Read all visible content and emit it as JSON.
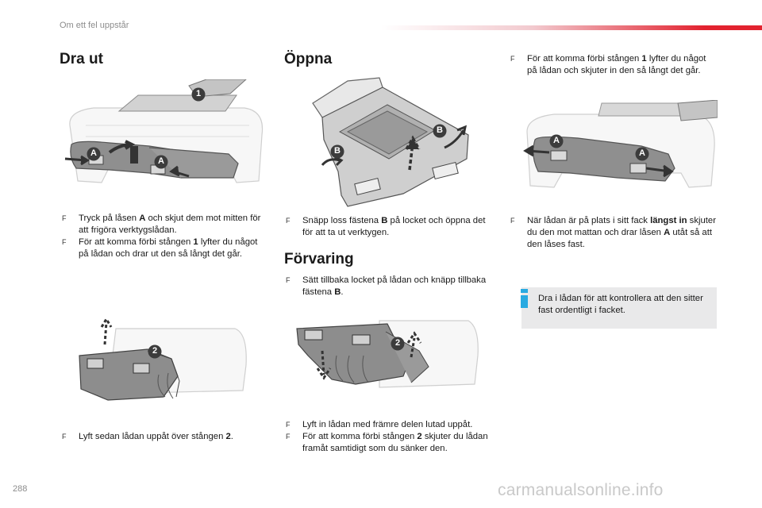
{
  "header": {
    "section_title": "Om ett fel uppstår"
  },
  "bullet_glyph": "F",
  "dra_ut": {
    "heading": "Dra ut",
    "bullets": [
      {
        "pre": "Tryck på låsen ",
        "bold": "A",
        "post": " och skjut dem mot mitten för att frigöra verktygslådan."
      },
      {
        "pre": "För att komma förbi stången ",
        "bold": "1",
        "post": " lyfter du något på lådan och drar ut den så långt det går."
      }
    ],
    "bottom_bullet": {
      "pre": "Lyft sedan lådan uppåt över stången ",
      "bold": "2",
      "post": "."
    }
  },
  "oppna": {
    "heading": "Öppna",
    "bullets": [
      {
        "pre": "Snäpp loss fästena ",
        "bold": "B",
        "post": " på locket och öppna det för att ta ut verktygen."
      }
    ]
  },
  "forvaring": {
    "heading": "Förvaring",
    "bullets": [
      {
        "pre": "Sätt tillbaka locket på lådan och knäpp tillbaka fästena ",
        "bold": "B",
        "post": "."
      }
    ],
    "bottom_bullets": [
      {
        "pre": "Lyft in lådan med främre delen lutad uppåt.",
        "bold": "",
        "post": ""
      },
      {
        "pre": "För att komma förbi stången ",
        "bold": "2",
        "post": " skjuter du lådan framåt samtidigt som du sänker den."
      }
    ]
  },
  "right_col": {
    "top_bullet": {
      "pre": "För att komma förbi stången ",
      "bold": "1",
      "post": " lyfter du något på lådan och skjuter in den så långt det går."
    },
    "mid_bullet": {
      "pre": "När lådan är på plats i sitt fack ",
      "bold": "längst in",
      "post": " skjuter du den mot mattan och drar låsen ",
      "bold2": "A",
      "post2": " utåt så att den låses fast."
    },
    "info_text": "Dra i lådan för att kontrollera att den sitter fast ordentligt i facket."
  },
  "labels": {
    "A": "A",
    "B": "B",
    "one": "1",
    "two": "2"
  },
  "colors": {
    "accent_red": "#e2222f",
    "info_blue": "#29aae1",
    "callout_dark": "#3c3c3c"
  },
  "footer": {
    "page_number": "288",
    "watermark": "carmanualsonline.info"
  }
}
